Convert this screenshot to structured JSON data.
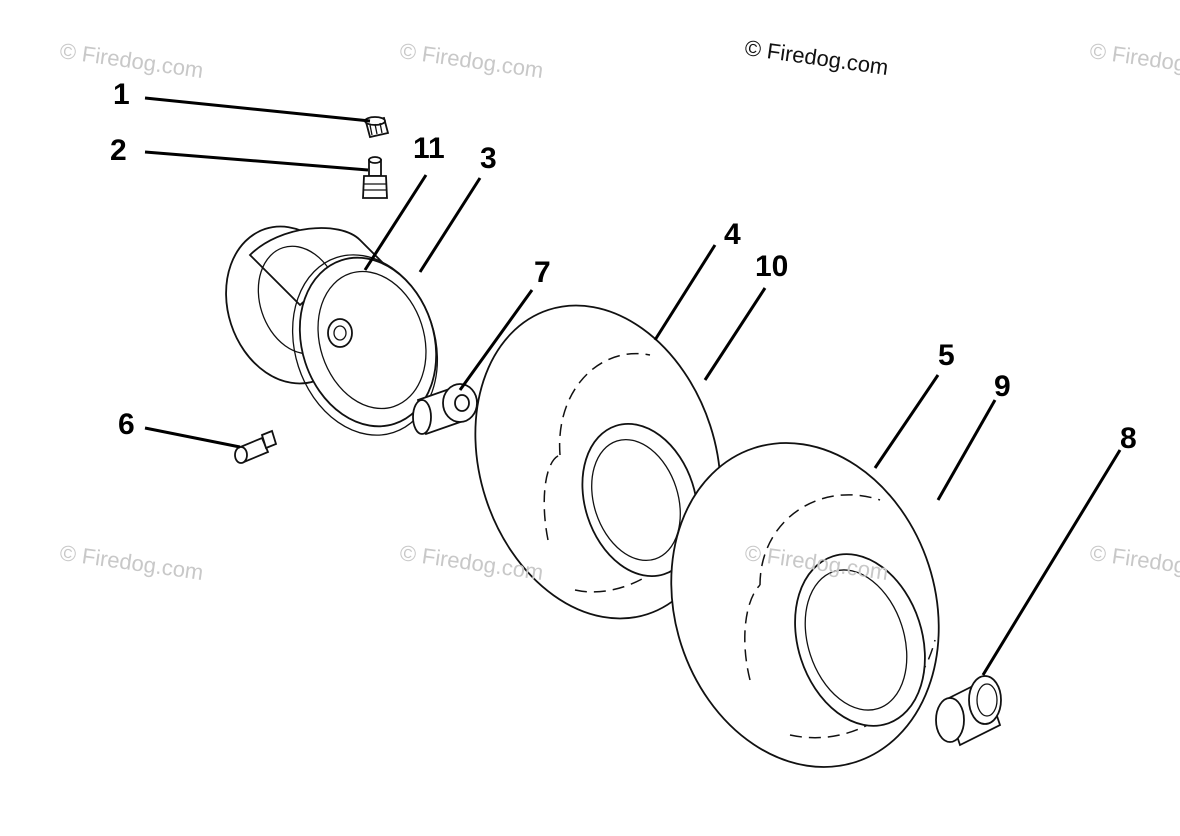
{
  "watermarks": {
    "main": "© Firedog.com",
    "faint": "© Firedog.com"
  },
  "callouts": {
    "c1": "1",
    "c2": "2",
    "c3": "3",
    "c4": "4",
    "c5": "5",
    "c6": "6",
    "c7": "7",
    "c8": "8",
    "c9": "9",
    "c10": "10",
    "c11": "11"
  },
  "colors": {
    "line": "#111111",
    "watermark": "#c8c8c8",
    "background": "#ffffff"
  }
}
